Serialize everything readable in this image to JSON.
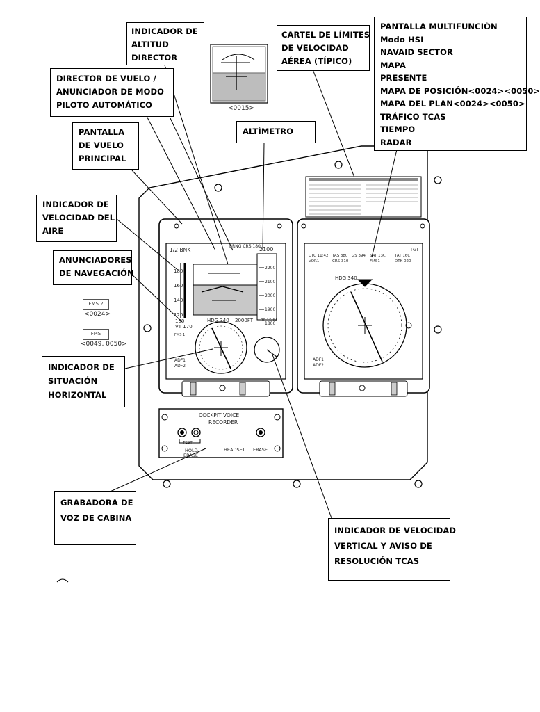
{
  "callouts": {
    "altitude_director": [
      "INDICADOR DE",
      "ALTITUD",
      "DIRECTOR"
    ],
    "flight_director": [
      "DIRECTOR DE VUELO /",
      "ANUNCIADOR DE MODO",
      "PILOTO AUTOMÁTICO"
    ],
    "speed_limits": [
      "CARTEL DE LÍMITES",
      "DE VELOCIDAD",
      "AÉREA (TÍPICO)"
    ],
    "multifunction": [
      "PANTALLA MULTIFUNCIÓN",
      "Modo HSI",
      "NAVAID SECTOR",
      "MAPA",
      "PRESENTE",
      "MAPA DE POSICIÓN<0024><0050>",
      "MAPA DEL PLAN<0024><0050>",
      "TRÁFICO TCAS",
      "TIEMPO",
      "RADAR"
    ],
    "primary_flight": [
      "PANTALLA",
      "DE VUELO",
      "PRINCIPAL"
    ],
    "altimeter": [
      "ALTÍMETRO"
    ],
    "airspeed": [
      "INDICADOR DE",
      "VELOCIDAD DEL",
      "AIRE"
    ],
    "nav_annunciators": [
      "ANUNCIADORES",
      "DE NAVEGACIÓN"
    ],
    "hsi": [
      "INDICADOR DE",
      "SITUACIÓN",
      "HORIZONTAL"
    ],
    "cvr": [
      "GRABADORA DE",
      "VOZ DE CABINA"
    ],
    "vsi_tcas": [
      "INDICADOR DE VELOCIDAD",
      "VERTICAL Y AVISO DE",
      "RESOLUCIÓN TCAS"
    ]
  },
  "refs": {
    "inset": "<0015>",
    "fms2_label": "FMS 2",
    "fms2_ref": "<0024>",
    "fms_label": "FMS",
    "fms_ref": "<0049, 0050>"
  },
  "pfd": {
    "bank": "1/2 BNK",
    "top_mode": "BRNG CRS 180",
    "alt_top": "2100",
    "hdg": "HDG 340",
    "alt_sel": "2000FT",
    "baro": "30.15 IN",
    "speed_sel": "150",
    "vt": "VT 170",
    "adf": "ADF1",
    "adf2": "ADF2",
    "fms": "FMS 1",
    "speed_ticks": [
      "180",
      "160",
      "140",
      "120"
    ],
    "alt_ticks": [
      "2200",
      "2100",
      "2000",
      "1900",
      "1800"
    ]
  },
  "mfd": {
    "tgt": "TGT",
    "utc": "UTC 11:42",
    "tas": "TAS 380",
    "gs": "GS 394",
    "sat": "SAT 13C",
    "tat": "TAT 16C",
    "vor": "VOR1",
    "crs": "CRS 310",
    "fms1": "FMS1",
    "dtk": "DTK 020",
    "hdg": "HDG 340",
    "adf1": "ADF1",
    "adf2": "ADF2"
  },
  "cvr": {
    "title1": "COCKPIT VOICE",
    "title2": "RECORDER",
    "test": "TEST",
    "headset": "HEADSET",
    "erase": "ERASE",
    "hold": "HOLD",
    "erase2": "ERASE"
  }
}
